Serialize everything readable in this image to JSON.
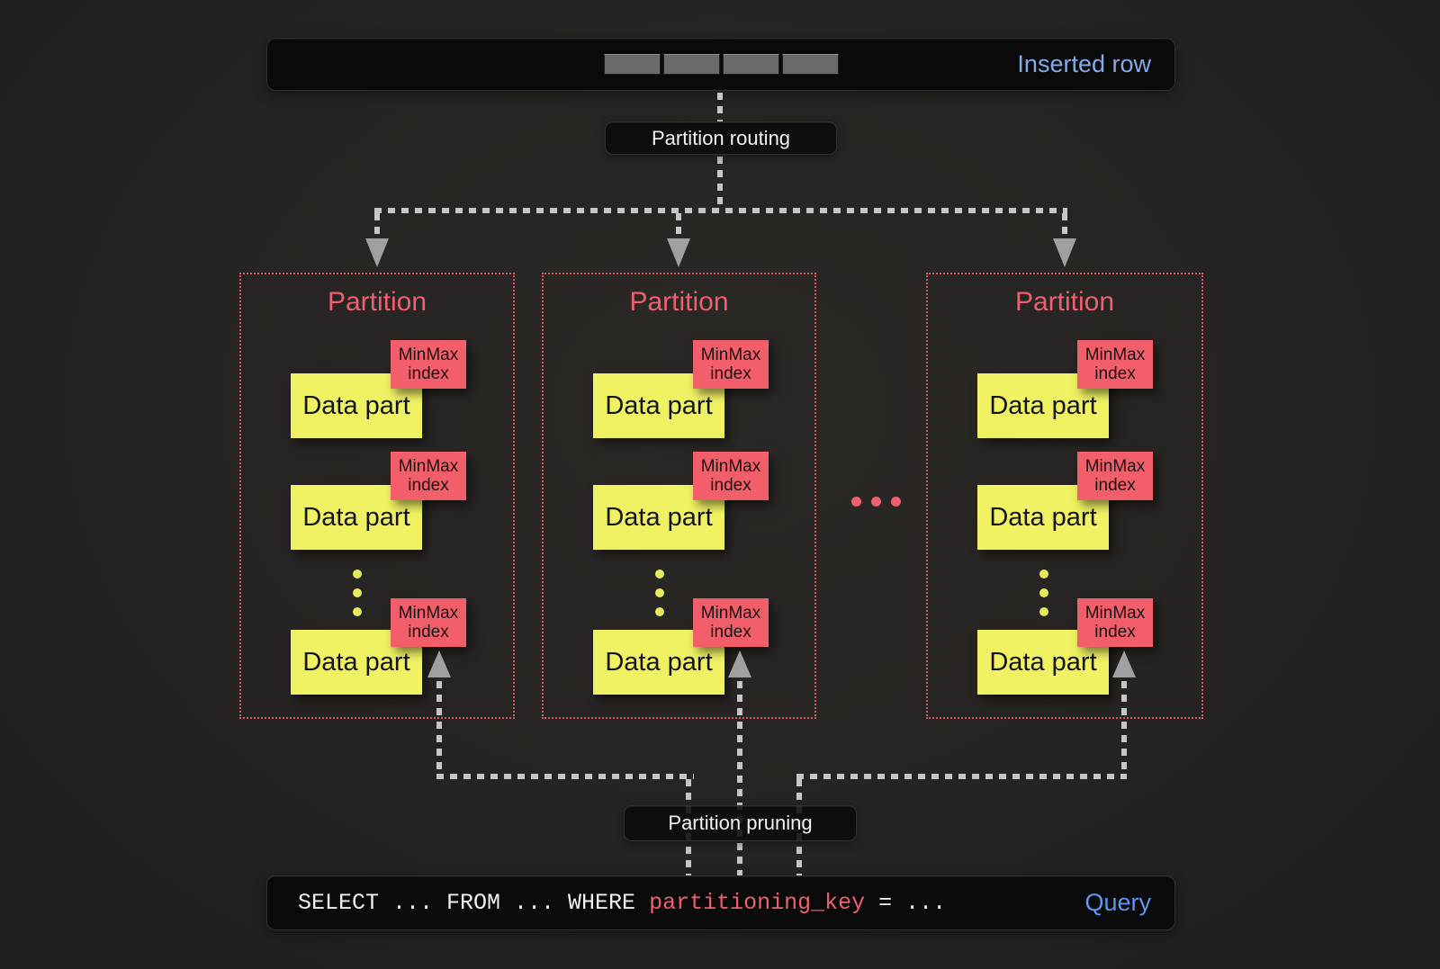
{
  "diagram_title": "ClickHouse partition routing and partition pruning diagram",
  "inserted_row_bar": {
    "label": "Inserted row",
    "cell_count": 4
  },
  "routing_label": "Partition routing",
  "pruning_label": "Partition pruning",
  "partitions": [
    {
      "title": "Partition",
      "parts": [
        {
          "label": "Data part",
          "minmax": [
            "MinMax",
            "index"
          ]
        },
        {
          "label": "Data part",
          "minmax": [
            "MinMax",
            "index"
          ]
        },
        {
          "label": "Data part",
          "minmax": [
            "MinMax",
            "index"
          ]
        }
      ],
      "vertical_ellipsis_dots": 3
    },
    {
      "title": "Partition",
      "parts": [
        {
          "label": "Data part",
          "minmax": [
            "MinMax",
            "index"
          ]
        },
        {
          "label": "Data part",
          "minmax": [
            "MinMax",
            "index"
          ]
        },
        {
          "label": "Data part",
          "minmax": [
            "MinMax",
            "index"
          ]
        }
      ],
      "vertical_ellipsis_dots": 3
    },
    {
      "title": "Partition",
      "parts": [
        {
          "label": "Data part",
          "minmax": [
            "MinMax",
            "index"
          ]
        },
        {
          "label": "Data part",
          "minmax": [
            "MinMax",
            "index"
          ]
        },
        {
          "label": "Data part",
          "minmax": [
            "MinMax",
            "index"
          ]
        }
      ],
      "vertical_ellipsis_dots": 3
    }
  ],
  "between_partitions_ellipsis_dots": 3,
  "query_bar": {
    "segment_before": "SELECT ... FROM ... WHERE ",
    "segment_key": "partitioning_key",
    "segment_after": " = ...",
    "label": "Query"
  },
  "colors": {
    "background": "#262422",
    "bar_background": "#0a0a0b",
    "accent_blue": "#84abe9",
    "query_blue": "#5e97f0",
    "salmon_red": "#ee6070",
    "minmax_red": "#f25f6b",
    "partition_border_red": "#d85a5c",
    "data_part_yellow": "#f0f263",
    "connector_gray": "#c6c6c6",
    "arrow_gray": "#a0a0a0",
    "row_cell_gray": "#6a6a6a"
  }
}
